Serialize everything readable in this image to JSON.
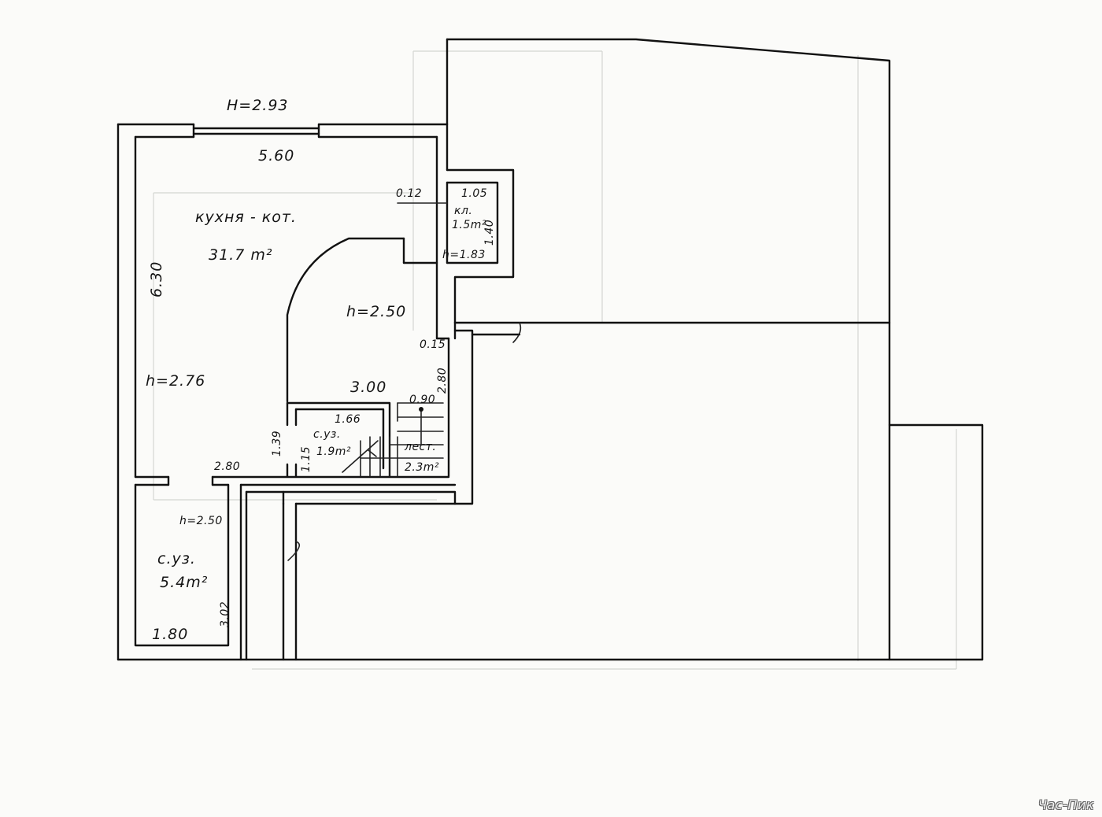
{
  "plan": {
    "labels": {
      "height_top": "H=2.93",
      "width_top": "5.60",
      "kitchen_name": "кухня - кот.",
      "kitchen_area": "31.7 m²",
      "kitchen_depth": "6.30",
      "kitchen_height": "h=2.76",
      "hall_height": "h=2.50",
      "pantry_wall": "0.12",
      "pantry_width": "1.05",
      "pantry_name": "кл.",
      "pantry_area": "1.5m²",
      "pantry_side": "1.40",
      "pantry_height": "h=1.83",
      "wall_015": "0.15",
      "stair_depth": "2.80",
      "stair_width": "0.90",
      "hall_width": "3.00",
      "wc1_width": "1.66",
      "wc1_name": "с.уз.",
      "wc1_area": "1.9m²",
      "wc1_depth": "1.39",
      "wc1_door": "1.15",
      "stair_name": "лест.",
      "stair_area": "2.3m²",
      "corridor_width": "2.80",
      "wc2_height": "h=2.50",
      "wc2_name": "с.уз.",
      "wc2_area": "5.4m²",
      "wc2_depth": "3.02",
      "wc2_width": "1.80"
    },
    "watermark": "Час-Пик"
  }
}
